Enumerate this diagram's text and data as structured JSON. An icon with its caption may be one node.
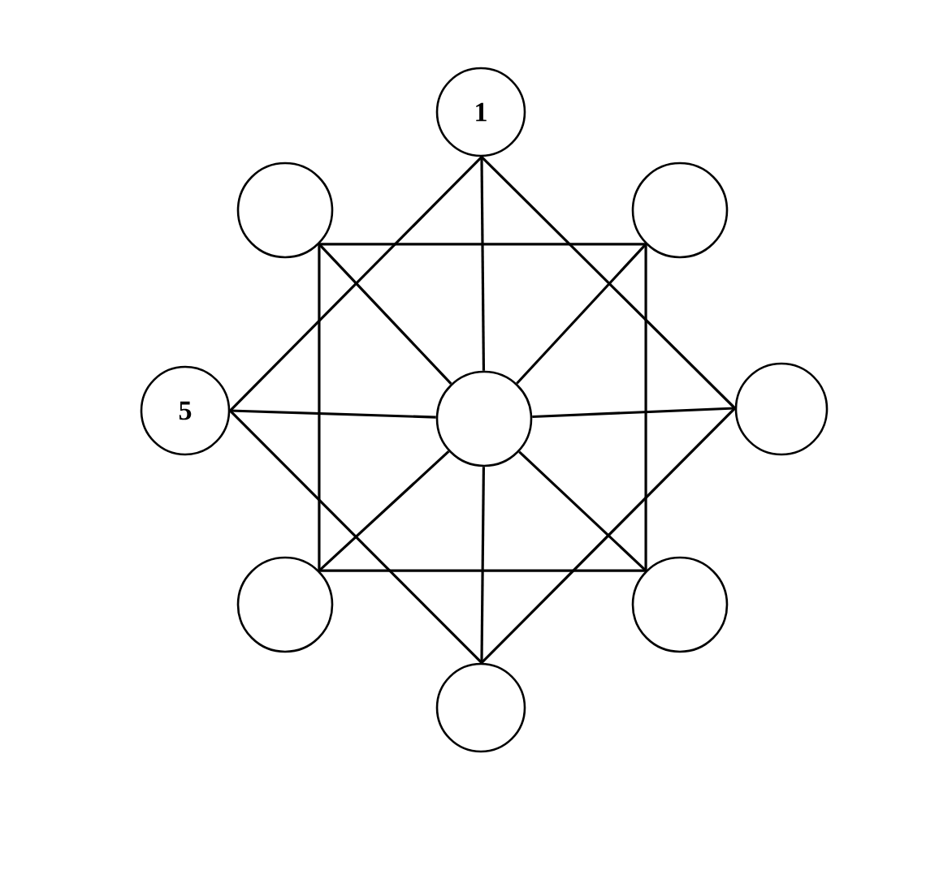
{
  "diagram": {
    "nodes": [
      {
        "text": [
          "1"
        ]
      },
      {
        "text": [],
        "shape": "circle"
      },
      {
        "text": [],
        "shape": "circle"
      },
      {
        "text": [
          "5"
        ]
      },
      {
        "text": [],
        "shape": "circle"
      },
      {
        "text": [],
        "shape": "circle"
      },
      {
        "text": [],
        "shape": "circle"
      },
      {
        "text": [],
        "shape": "circle"
      },
      {
        "text": [],
        "shape": "circle"
      }
    ],
    "edges": [
      {
        "from": 4,
        "to": 0,
        "arrow": "none"
      },
      {
        "from": 4,
        "to": 1,
        "arrow": "none"
      },
      {
        "from": 4,
        "to": 2,
        "arrow": "none"
      },
      {
        "from": 4,
        "to": 3,
        "arrow": "none"
      },
      {
        "from": 4,
        "to": 5,
        "arrow": "none"
      },
      {
        "from": 4,
        "to": 6,
        "arrow": "none"
      },
      {
        "from": 4,
        "to": 7,
        "arrow": "none"
      },
      {
        "from": 4,
        "to": 8,
        "arrow": "none"
      },
      {
        "from": 0,
        "to": 3,
        "arrow": "none"
      },
      {
        "from": 3,
        "to": 8,
        "arrow": "none"
      },
      {
        "from": 8,
        "to": 5,
        "arrow": "none"
      },
      {
        "from": 5,
        "to": 0,
        "arrow": "none"
      },
      {
        "from": 1,
        "to": 2,
        "arrow": "none"
      },
      {
        "from": 2,
        "to": 7,
        "arrow": "none"
      },
      {
        "from": 7,
        "to": 6,
        "arrow": "none"
      },
      {
        "from": 6,
        "to": 1,
        "arrow": "none"
      }
    ]
  }
}
